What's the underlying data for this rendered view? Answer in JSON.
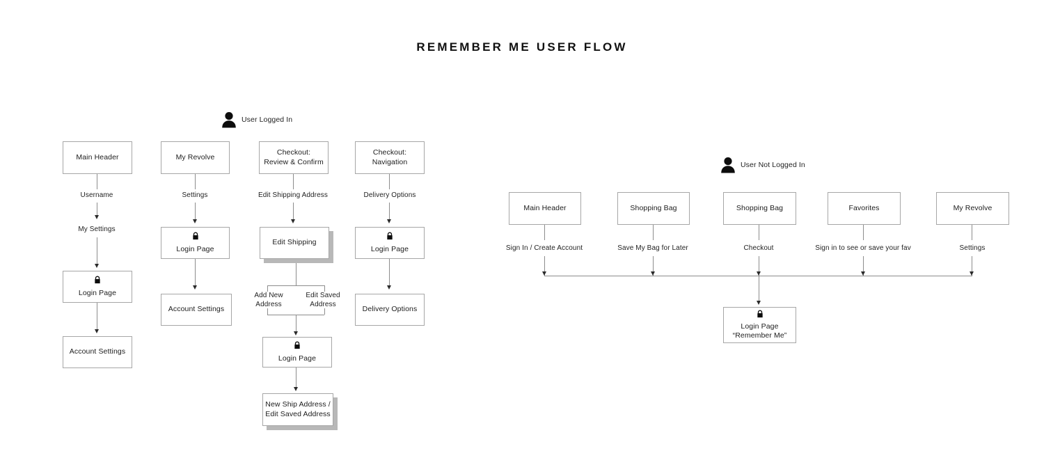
{
  "title": "REMEMBER ME USER FLOW",
  "colors": {
    "background": "#ffffff",
    "box_border": "#a6a6a6",
    "connector": "#8c8c8c",
    "arrowhead": "#2b2b2b",
    "stack_shadow": "#b8b8b8",
    "text": "#1c1c1c"
  },
  "personas": [
    {
      "id": "logged-in",
      "icon": "person-icon",
      "label": "User Logged In"
    },
    {
      "id": "not-logged-in",
      "icon": "person-icon",
      "label": "User Not Logged In"
    }
  ],
  "logged_in_flow": {
    "columns": [
      {
        "id": "main-header",
        "nodes": [
          {
            "id": "main-header-node",
            "lines": [
              "Main Header"
            ],
            "lock": false,
            "stacked": false
          },
          {
            "id": "login-page-node",
            "lines": [
              "Login Page"
            ],
            "lock": true,
            "stacked": false
          },
          {
            "id": "account-settings-node",
            "lines": [
              "Account Settings"
            ],
            "lock": false,
            "stacked": false
          }
        ],
        "edge_labels": [
          "Username",
          "My Settings"
        ]
      },
      {
        "id": "my-revolve",
        "nodes": [
          {
            "id": "my-revolve-node",
            "lines": [
              "My Revolve"
            ],
            "lock": false,
            "stacked": false
          },
          {
            "id": "login-page-node",
            "lines": [
              "Login Page"
            ],
            "lock": true,
            "stacked": false
          },
          {
            "id": "account-settings-node",
            "lines": [
              "Account Settings"
            ],
            "lock": false,
            "stacked": false
          }
        ],
        "edge_labels": [
          "Settings"
        ]
      },
      {
        "id": "checkout-review",
        "nodes": [
          {
            "id": "checkout-review-node",
            "lines": [
              "Checkout:",
              "Review & Confirm"
            ],
            "lock": false,
            "stacked": false
          },
          {
            "id": "edit-shipping-node",
            "lines": [
              "Edit Shipping"
            ],
            "lock": false,
            "stacked": true
          },
          {
            "id": "login-page-node",
            "lines": [
              "Login Page"
            ],
            "lock": true,
            "stacked": false
          },
          {
            "id": "new-ship-address-node",
            "lines": [
              "New Ship Address /",
              "Edit Saved Address"
            ],
            "lock": false,
            "stacked": true
          }
        ],
        "edge_labels": [
          "Edit Shipping Address"
        ],
        "branch_labels": [
          {
            "id": "add-new-address",
            "lines": [
              "Add New",
              "Address"
            ]
          },
          {
            "id": "edit-saved-address",
            "lines": [
              "Edit Saved",
              "Address"
            ]
          }
        ]
      },
      {
        "id": "checkout-navigation",
        "nodes": [
          {
            "id": "checkout-navigation-node",
            "lines": [
              "Checkout:",
              "Navigation"
            ],
            "lock": false,
            "stacked": false
          },
          {
            "id": "login-page-node",
            "lines": [
              "Login Page"
            ],
            "lock": true,
            "stacked": false
          },
          {
            "id": "delivery-options-node",
            "lines": [
              "Delivery Options"
            ],
            "lock": false,
            "stacked": false
          }
        ],
        "edge_labels": [
          "Delivery Options"
        ]
      }
    ]
  },
  "not_logged_in_flow": {
    "entry_points": [
      {
        "id": "main-header",
        "label": "Main Header",
        "edge_label": "Sign In / Create Account"
      },
      {
        "id": "shopping-bag-1",
        "label": "Shopping Bag",
        "edge_label": "Save My Bag for Later"
      },
      {
        "id": "shopping-bag-2",
        "label": "Shopping Bag",
        "edge_label": "Checkout"
      },
      {
        "id": "favorites",
        "label": "Favorites",
        "edge_label": "Sign in to see or save your fav"
      },
      {
        "id": "my-revolve",
        "label": "My Revolve",
        "edge_label": "Settings"
      }
    ],
    "destination": {
      "id": "login-page-remember-me",
      "lines": [
        "Login Page",
        "“Remember Me”"
      ],
      "lock": true
    }
  }
}
